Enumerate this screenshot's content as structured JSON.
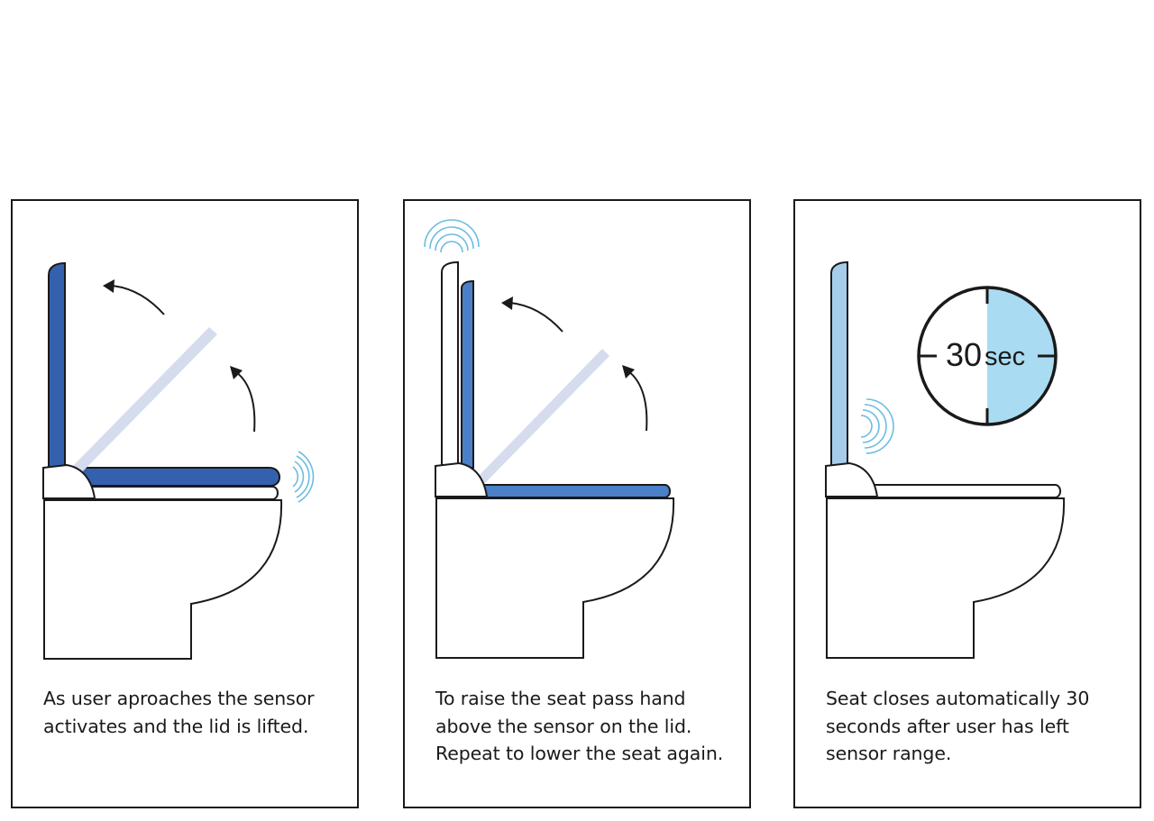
{
  "colors": {
    "dark_blue": "#3461ad",
    "mid_blue": "#4b7fc7",
    "light_blue": "#a5cdea",
    "faded_lid": "#d5dced",
    "sensor_wave": "#6bbde0",
    "outline": "#1a1a1a"
  },
  "panels": [
    {
      "caption_lines": [
        "As user aproaches the sensor",
        "activates and the lid is lifted."
      ]
    },
    {
      "caption_lines": [
        "To raise the seat pass hand",
        "above the sensor on the lid.",
        "Repeat to lower the seat again."
      ]
    },
    {
      "timer_value": "30",
      "timer_unit": "sec",
      "caption_lines": [
        "Seat closes automatically 30",
        "seconds after user has left",
        "sensor range."
      ]
    }
  ]
}
